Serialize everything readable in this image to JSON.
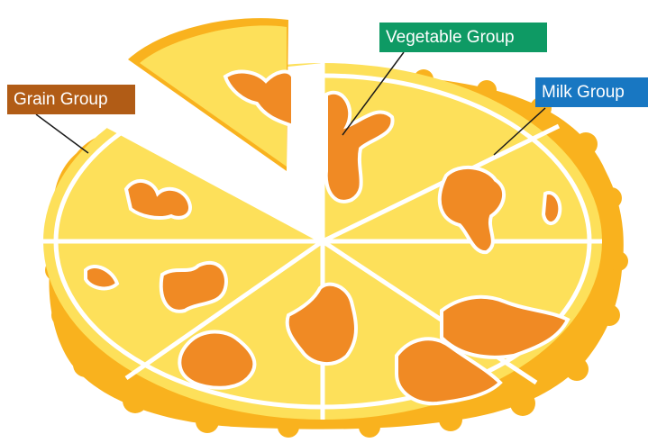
{
  "labels": {
    "grain": {
      "text": "Grain Group",
      "color": "#b15c16"
    },
    "vegetable": {
      "text": "Vegetable Group",
      "color": "#0e9a64"
    },
    "milk": {
      "text": "Milk Group",
      "color": "#1877c2"
    }
  },
  "colors": {
    "crust": "#f9b21e",
    "cheese": "#fde05a",
    "topping": "#f08a24",
    "slice_lines": "#ffffff",
    "leader_lines": "#1a1a1a"
  }
}
